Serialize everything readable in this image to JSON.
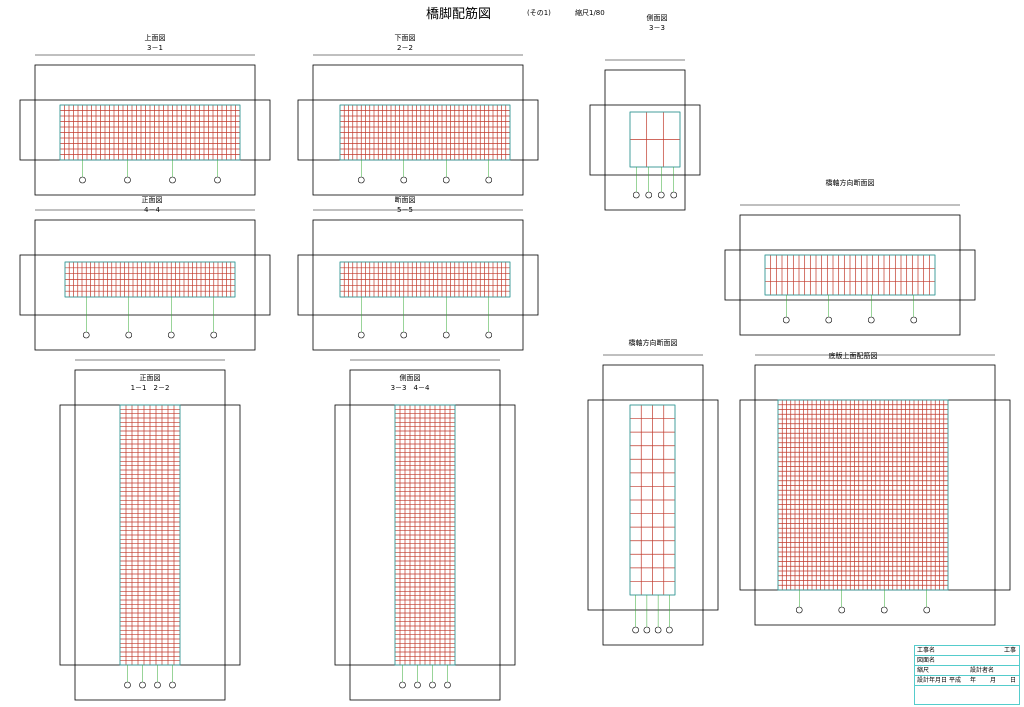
{
  "sheet": {
    "title": "橋脚配筋図",
    "part": "(その1)",
    "scale": "縮尺1/80"
  },
  "views": [
    {
      "title": "上面図",
      "section": "3－1"
    },
    {
      "title": "下面図",
      "section": "2－2"
    },
    {
      "title": "側面図",
      "section": "3－3"
    },
    {
      "title": "正面図",
      "section": "4－4"
    },
    {
      "title": "断面図",
      "section": "5－5"
    },
    {
      "title": "橋軸方向断面図",
      "section": ""
    },
    {
      "title": "正面図",
      "section": "1－1　2－2"
    },
    {
      "title": "側面図",
      "section": "3－3　4－4"
    },
    {
      "title": "橋軸方向断面図",
      "section": ""
    },
    {
      "title": "底版上面配筋図",
      "section": ""
    }
  ],
  "title_block": {
    "project_label": "工事名",
    "project_value": "工事",
    "drawing_label": "図面名",
    "scale_label": "縮尺",
    "designer_label": "設計者名",
    "date_label": "設計年月日",
    "era": "平成",
    "year": "年",
    "month": "月",
    "day": "日"
  },
  "colors": {
    "rebar": "#c0392b",
    "outline": "#000000",
    "dimension": "#2aa",
    "leader": "#3a3"
  }
}
